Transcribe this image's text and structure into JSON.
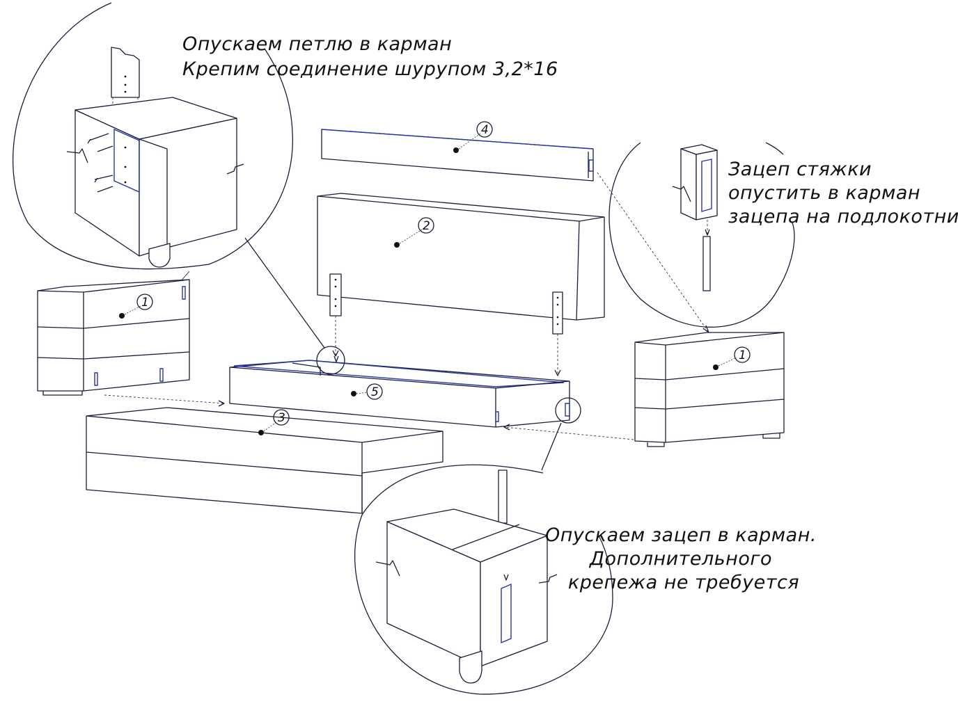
{
  "notes": {
    "top_left": [
      "Опускаем петлю в карман",
      "Крепим соединение шурупом 3,2*16"
    ],
    "top_right": [
      "Зацеп стяжки",
      "опустить в карман",
      "зацепа на подлокотнике"
    ],
    "bottom_right": [
      "Опускаем зацеп в карман.",
      "Дополнительного",
      "крепежа не требуется"
    ]
  },
  "parts": {
    "armrest_left": "1",
    "armrest_right": "1",
    "backrest": "2",
    "seat": "3",
    "back_cushion": "4",
    "base_frame": "5"
  }
}
